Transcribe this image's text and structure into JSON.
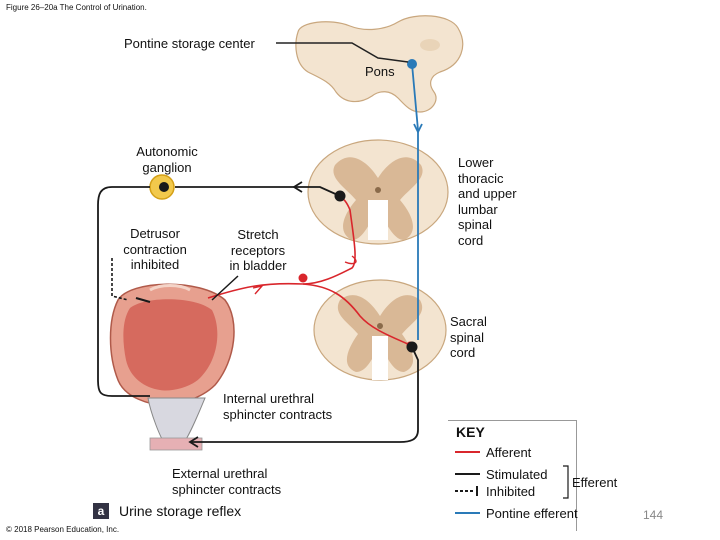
{
  "figure_caption": "Figure 26–20a The Control of Urination.",
  "labels": {
    "pontine_storage_center": "Pontine storage center",
    "pons": "Pons",
    "autonomic_ganglion_line1": "Autonomic",
    "autonomic_ganglion_line2": "ganglion",
    "detrusor_line1": "Detrusor",
    "detrusor_line2": "contraction",
    "detrusor_line3": "inhibited",
    "stretch_line1": "Stretch",
    "stretch_line2": "receptors",
    "stretch_line3": "in bladder",
    "lower_thoracic_line1": "Lower",
    "lower_thoracic_line2": "thoracic",
    "lower_thoracic_line3": "and upper",
    "lower_thoracic_line4": "lumbar",
    "lower_thoracic_line5": "spinal",
    "lower_thoracic_line6": "cord",
    "sacral_line1": "Sacral",
    "sacral_line2": "spinal",
    "sacral_line3": "cord",
    "internal_line1": "Internal urethral",
    "internal_line2": "sphincter contracts",
    "external_line1": "External urethral",
    "external_line2": "sphincter contracts"
  },
  "panel": {
    "letter": "a",
    "title": "Urine storage reflex"
  },
  "key": {
    "heading": "KEY",
    "afferent": "Afferent",
    "stimulated": "Stimulated",
    "inhibited": "Inhibited",
    "efferent": "Efferent",
    "pontine_efferent": "Pontine efferent"
  },
  "colors": {
    "afferent": "#d9262c",
    "efferent": "#1a1a1a",
    "pontine": "#2a7ab8",
    "cord_outer": "#f3e4d0",
    "cord_inner": "#d9b896",
    "bladder": "#e89a8a"
  },
  "copyright": "© 2018 Pearson Education, Inc.",
  "page_number": "144"
}
